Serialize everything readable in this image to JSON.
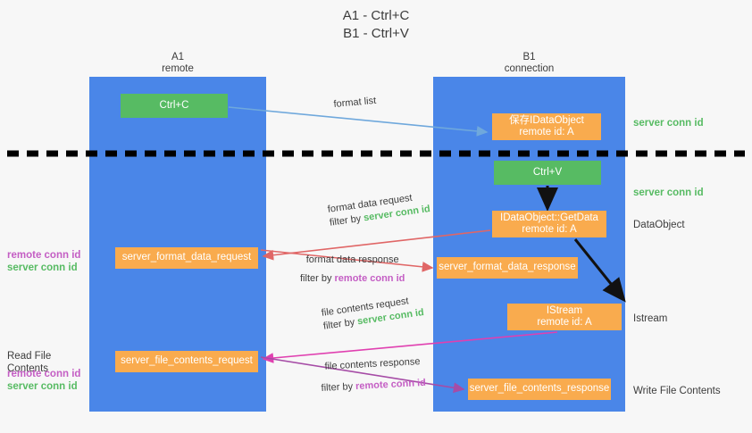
{
  "title": "A1 - Ctrl+C\nB1 - Ctrl+V",
  "columns": {
    "left": {
      "name": "A1",
      "role": "remote",
      "header": "A1\nremote"
    },
    "right": {
      "name": "B1",
      "role": "connection",
      "header": "B1\nconnection"
    }
  },
  "colors": {
    "lane": "#4a86e8",
    "orange_box": "#f9ab4e",
    "green_box": "#57bb63",
    "server_conn_id": "#57bb63",
    "remote_conn_id": "#c45ec4",
    "format_list_arrow": "#6fa8dc",
    "format_data_arrow": "#e06666",
    "file_contents_request_arrow": "#e040b0",
    "file_contents_response_arrow": "#a64ca6",
    "internal_arrow": "#000000",
    "divider": "#000000",
    "background": "#f7f7f7",
    "text": "#3c3c3c"
  },
  "boxes": {
    "ctrl_c": "Ctrl+C",
    "ctrl_v": "Ctrl+V",
    "save_idataobject": {
      "line1": "保存IDataObject",
      "line2": "remote id: A"
    },
    "getdata": {
      "line1": "IDataObject::GetData",
      "line2": "remote id: A"
    },
    "istream": {
      "line1": "IStream",
      "line2": "remote id: A"
    },
    "server_format_data_request": "server_format_data_request",
    "server_format_data_response": "server_format_data_response",
    "server_file_contents_request": "server_file_contents_request",
    "server_file_contents_response": "server_file_contents_response"
  },
  "edge_labels": {
    "format_list": "format list",
    "format_data_request": {
      "title": "format data request",
      "filter_prefix": "filter by ",
      "filter_value": "server conn id"
    },
    "format_data_response": {
      "title": "format data response",
      "filter_prefix": "filter by ",
      "filter_value": "remote conn id"
    },
    "file_contents_request": {
      "title": "file contents request",
      "filter_prefix": "filter by ",
      "filter_value": "server conn id"
    },
    "file_contents_response": {
      "title": "file contents response",
      "filter_prefix": "filter by ",
      "filter_value": "remote conn id"
    }
  },
  "annotations": {
    "server_conn_id_1": "server conn id",
    "server_conn_id_2": "server conn id",
    "dataobject": "DataObject",
    "istream": "Istream",
    "write_file_contents": "Write File Contents",
    "read_file_contents": "Read File Contents",
    "remote_conn_id": "remote conn id",
    "server_conn_id": "server conn id"
  }
}
